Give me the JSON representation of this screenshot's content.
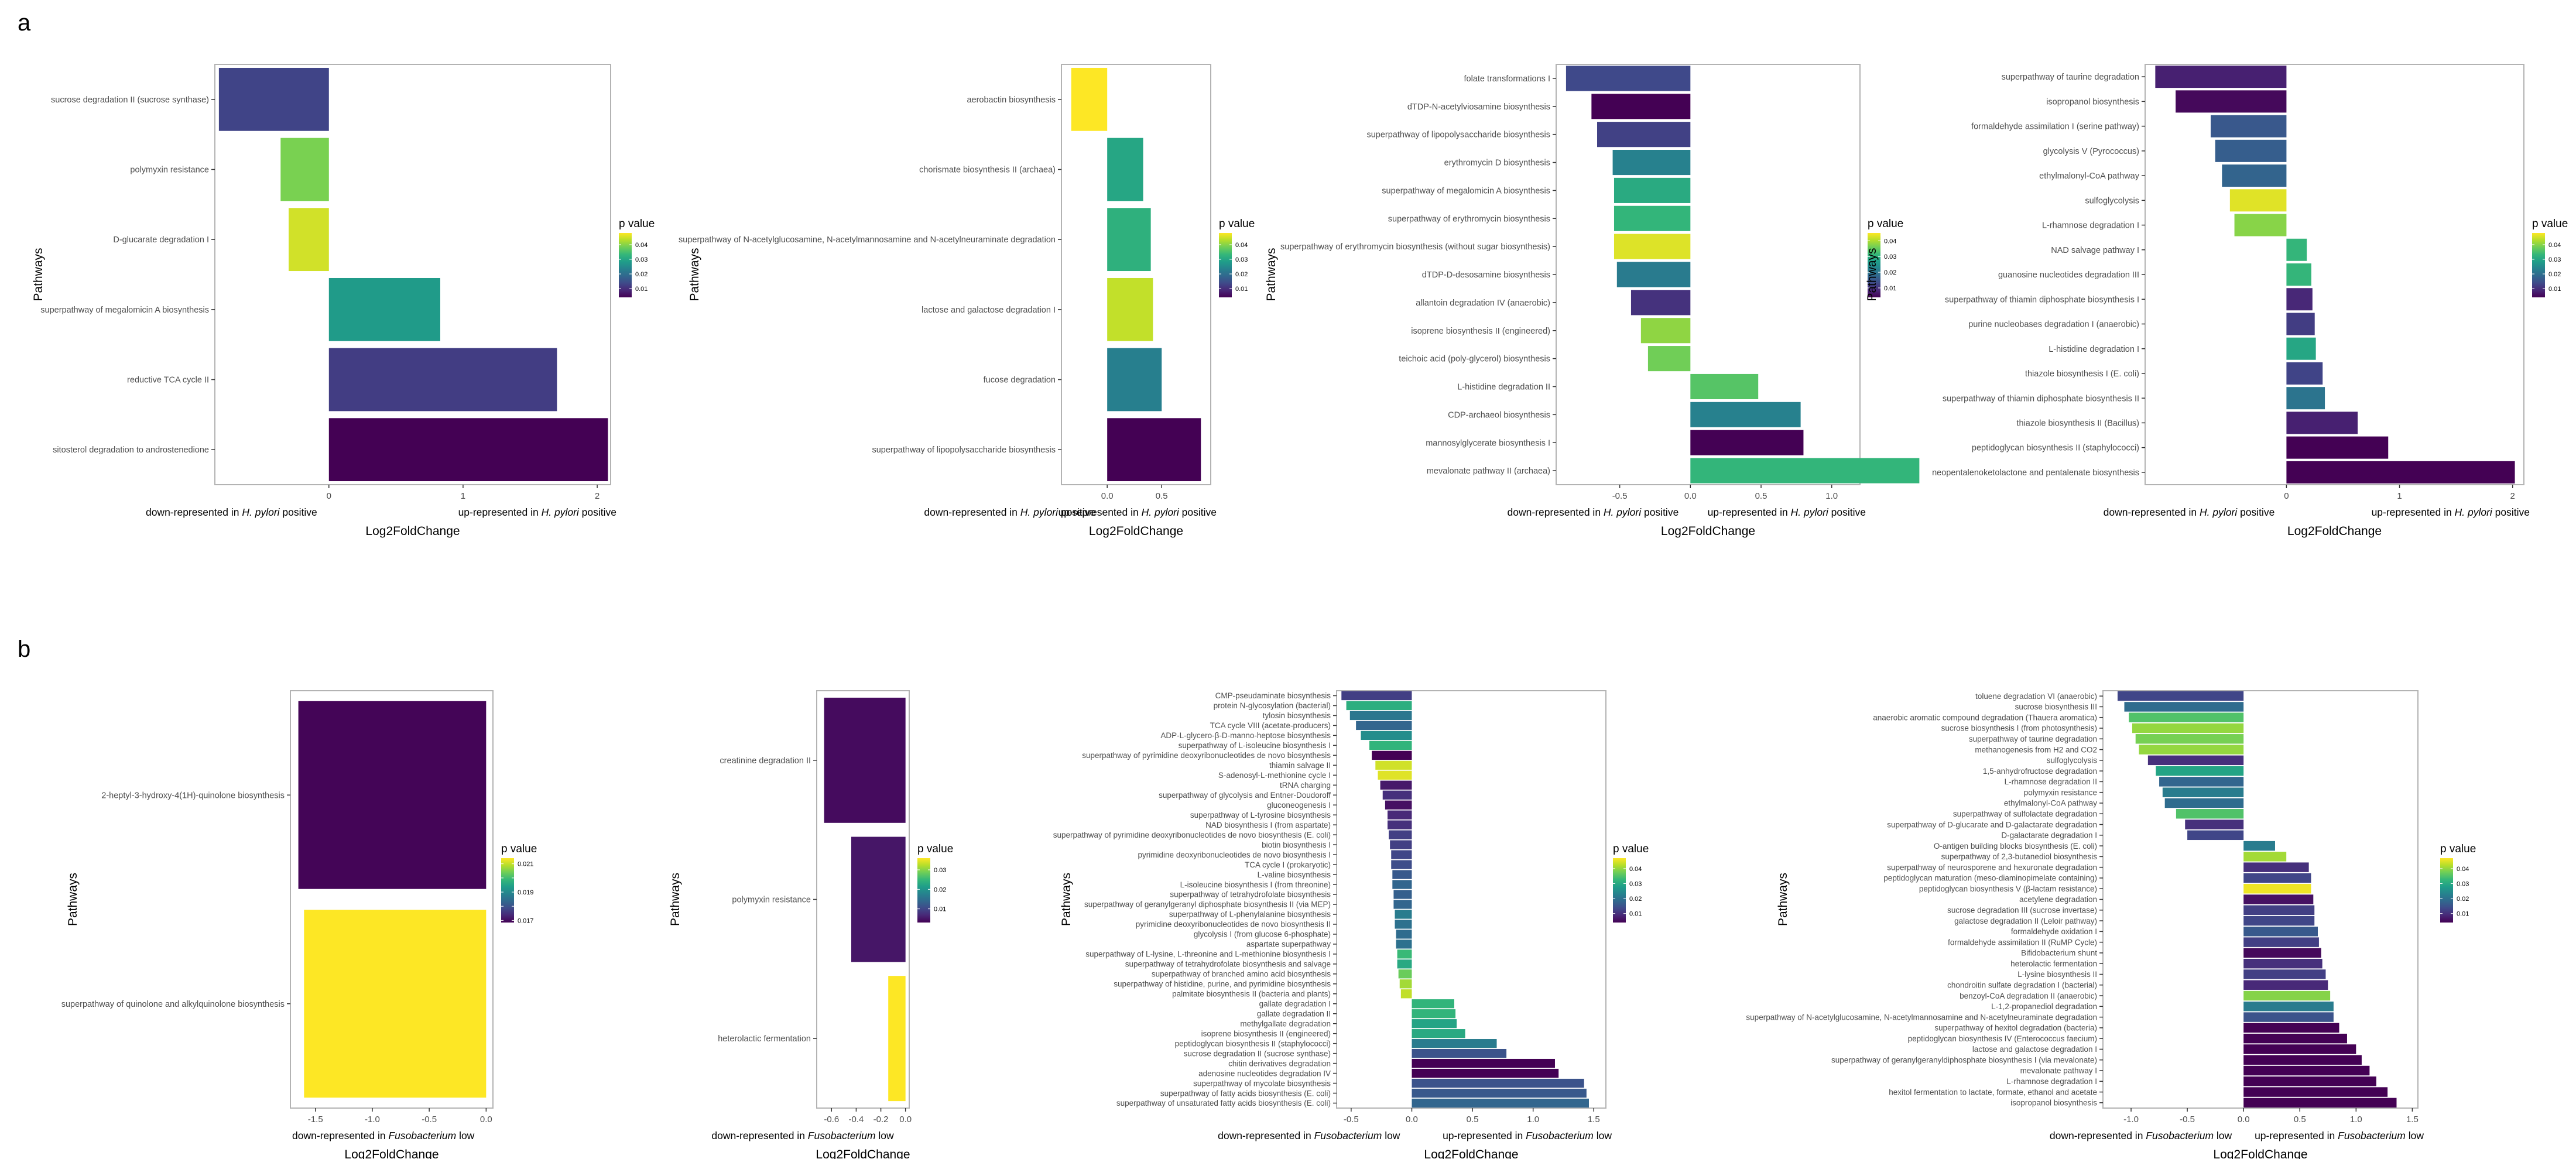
{
  "panel_labels": [
    "a",
    "b"
  ],
  "palette": {
    "viridis": [
      "#440154",
      "#482777",
      "#3f4a8a",
      "#31688e",
      "#26828e",
      "#1f9e89",
      "#35b779",
      "#6ece58",
      "#b5de2b",
      "#fde725"
    ],
    "panel_border": "#b3b3b3"
  },
  "common": {
    "ylabel": "Pathways",
    "xlabel": "Log2FoldChange",
    "legend_title": "p value"
  },
  "chart_data": [
    {
      "type": "bar",
      "row": "a",
      "orientation": "horizontal",
      "ylabel": "Pathways",
      "xlabel": "Log2FoldChange",
      "down_label": "down-represented in H. pylori positive",
      "down_text": "down-represented in ",
      "down_italic": "H. pylori",
      "down_suffix": " positive",
      "up_label": "up-represented in H. pylori positive",
      "up_text": "up-represented in ",
      "up_italic": "H. pylori",
      "up_suffix": " positive",
      "xlim": [
        -0.85,
        2.1
      ],
      "xticks": [
        0,
        1,
        2
      ],
      "xtick_labels": [
        "0",
        "1",
        "2"
      ],
      "categories": [
        "sucrose degradation II (sucrose synthase)",
        "polymyxin resistance",
        "D-glucarate degradation I",
        "superpathway of megalomicin A biosynthesis",
        "reductive TCA cycle II",
        "sitosterol degradation to androstenedione"
      ],
      "values": [
        -0.82,
        -0.36,
        -0.3,
        0.83,
        1.7,
        2.08
      ],
      "pvalues": [
        0.013,
        0.039,
        0.045,
        0.028,
        0.012,
        0.004
      ],
      "legend": {
        "range": [
          0.004,
          0.048
        ],
        "ticks": [
          0.01,
          0.02,
          0.03,
          0.04
        ],
        "tick_labels": [
          "0.01",
          "0.02",
          "0.03",
          "0.04"
        ],
        "title": "p value"
      }
    },
    {
      "type": "bar",
      "row": "a",
      "orientation": "horizontal",
      "ylabel": "Pathways",
      "xlabel": "Log2FoldChange",
      "down_label": "down-represented in H. pylori positive",
      "down_text": "down-represented in ",
      "down_italic": "H. pylori",
      "down_suffix": " positive",
      "up_label": "up-represented in H. pylori positive",
      "up_text": "up-represented in ",
      "up_italic": "H. pylori",
      "up_suffix": " positive",
      "xlim": [
        -0.42,
        0.95
      ],
      "xticks": [
        0,
        0.5
      ],
      "xtick_labels": [
        "0.0",
        "0.5"
      ],
      "categories": [
        "aerobactin biosynthesis",
        "chorismate biosynthesis II (archaea)",
        "superpathway of N-acetylglucosamine, N-acetylmannosamine and N-acetylneuraminate degradation",
        "lactose and galactose degradation I",
        "fucose degradation",
        "superpathway of lipopolysaccharide biosynthesis"
      ],
      "values": [
        -0.33,
        0.33,
        0.4,
        0.42,
        0.5,
        0.86
      ],
      "pvalues": [
        0.048,
        0.03,
        0.032,
        0.044,
        0.023,
        0.004
      ],
      "legend": {
        "range": [
          0.004,
          0.048
        ],
        "ticks": [
          0.01,
          0.02,
          0.03,
          0.04
        ],
        "tick_labels": [
          "0.01",
          "0.02",
          "0.03",
          "0.04"
        ],
        "title": "p value"
      }
    },
    {
      "type": "bar",
      "row": "a",
      "orientation": "horizontal",
      "ylabel": "Pathways",
      "xlabel": "Log2FoldChange",
      "down_label": "down-represented in H. pylori positive",
      "down_text": "down-represented in ",
      "down_italic": "H. pylori",
      "down_suffix": " positive",
      "up_label": "up-represented in H. pylori positive",
      "up_text": "up-represented in ",
      "up_italic": "H. pylori",
      "up_suffix": " positive",
      "xlim": [
        -0.95,
        1.2
      ],
      "xticks": [
        -0.5,
        0,
        0.5,
        1
      ],
      "xtick_labels": [
        "-0.5",
        "0.0",
        "0.5",
        "1.0"
      ],
      "categories": [
        "folate transformations I",
        "dTDP-N-acetylviosamine biosynthesis",
        "superpathway of lipopolysaccharide biosynthesis",
        "erythromycin D biosynthesis",
        "superpathway of megalomicin A biosynthesis",
        "superpathway of erythromycin biosynthesis",
        "superpathway of erythromycin biosynthesis (without sugar biosynthesis)",
        "dTDP-D-desosamine biosynthesis",
        "allantoin degradation IV (anaerobic)",
        "isoprene biosynthesis II (engineered)",
        "teichoic acid (poly-glycerol) biosynthesis",
        "L-histidine degradation II",
        "CDP-archaeol biosynthesis",
        "mannosylglycerate biosynthesis I",
        "mevalonate pathway II (archaea)"
      ],
      "values": [
        -0.88,
        -0.7,
        -0.66,
        -0.55,
        -0.54,
        -0.54,
        -0.54,
        -0.52,
        -0.42,
        -0.35,
        -0.3,
        0.48,
        0.78,
        0.8,
        1.62
      ],
      "pvalues": [
        0.013,
        0.004,
        0.012,
        0.022,
        0.029,
        0.031,
        0.043,
        0.021,
        0.01,
        0.038,
        0.036,
        0.034,
        0.022,
        0.004,
        0.031
      ],
      "legend": {
        "range": [
          0.004,
          0.045
        ],
        "ticks": [
          0.01,
          0.02,
          0.03,
          0.04
        ],
        "tick_labels": [
          "0.01",
          "0.02",
          "0.03",
          "0.04"
        ],
        "title": "p value"
      }
    },
    {
      "type": "bar",
      "row": "a",
      "orientation": "horizontal",
      "ylabel": "Pathways",
      "xlabel": "Log2FoldChange",
      "down_label": "down-represented in H. pylori positive",
      "down_text": "down-represented in ",
      "down_italic": "H. pylori",
      "down_suffix": " positive",
      "up_label": "up-represented in H. pylori positive",
      "up_text": "up-represented in ",
      "up_italic": "H. pylori",
      "up_suffix": " positive",
      "xlim": [
        -1.25,
        2.1
      ],
      "xticks": [
        0,
        1,
        2
      ],
      "xtick_labels": [
        "0",
        "1",
        "2"
      ],
      "categories": [
        "superpathway of taurine degradation",
        "isopropanol biosynthesis",
        "formaldehyde assimilation I (serine pathway)",
        "glycolysis V (Pyrococcus)",
        "ethylmalonyl-CoA pathway",
        "sulfoglycolysis",
        "L-rhamnose degradation I",
        "NAD salvage pathway I",
        "guanosine nucleotides degradation III",
        "superpathway of thiamin diphosphate biosynthesis I",
        "purine nucleobases degradation I (anaerobic)",
        "L-histidine degradation I",
        "thiazole biosynthesis I (E. coli)",
        "superpathway of thiamin diphosphate biosynthesis II",
        "thiazole biosynthesis II (Bacillus)",
        "peptidoglycan biosynthesis II (staphylococci)",
        "neopentalenoketolactone and pentalenate biosynthesis"
      ],
      "values": [
        -1.16,
        -0.98,
        -0.67,
        -0.63,
        -0.57,
        -0.5,
        -0.46,
        0.18,
        0.22,
        0.23,
        0.25,
        0.26,
        0.32,
        0.34,
        0.63,
        0.9,
        2.02
      ],
      "pvalues": [
        0.008,
        0.005,
        0.016,
        0.017,
        0.018,
        0.046,
        0.04,
        0.033,
        0.033,
        0.009,
        0.012,
        0.03,
        0.013,
        0.021,
        0.008,
        0.004,
        0.004
      ],
      "legend": {
        "range": [
          0.004,
          0.048
        ],
        "ticks": [
          0.01,
          0.02,
          0.03,
          0.04
        ],
        "tick_labels": [
          "0.01",
          "0.02",
          "0.03",
          "0.04"
        ],
        "title": "p value"
      }
    },
    {
      "type": "bar",
      "row": "b",
      "orientation": "horizontal",
      "ylabel": "Pathways",
      "xlabel": "Log2FoldChange",
      "down_label": "down-represented in Fusobacterium low",
      "down_text": "down-represented in ",
      "down_italic": "Fusobacterium",
      "down_suffix": " low",
      "up_label": "",
      "up_text": "",
      "up_italic": "",
      "up_suffix": "",
      "xlim": [
        -1.72,
        0.06
      ],
      "xticks": [
        -1.5,
        -1.0,
        -0.5,
        0
      ],
      "xtick_labels": [
        "-1.5",
        "-1.0",
        "-0.5",
        "0.0"
      ],
      "categories": [
        "2-heptyl-3-hydroxy-4(1H)-quinolone biosynthesis",
        "superpathway of quinolone and alkylquinolone biosynthesis"
      ],
      "values": [
        -1.65,
        -1.6
      ],
      "pvalues": [
        0.0169,
        0.0214
      ],
      "legend": {
        "range": [
          0.01685,
          0.0214
        ],
        "ticks": [
          0.017,
          0.018,
          0.019,
          0.02,
          0.021
        ],
        "tick_labels": [
          "0.017",
          "",
          "0.019",
          "",
          "0.021"
        ],
        "title": "p value"
      }
    },
    {
      "type": "bar",
      "row": "b",
      "orientation": "horizontal",
      "ylabel": "Pathways",
      "xlabel": "Log2FoldChange",
      "down_label": "down-represented in Fusobacterium low",
      "down_text": "down-represented in ",
      "down_italic": "Fusobacterium",
      "down_suffix": " low",
      "up_label": "",
      "up_text": "",
      "up_italic": "",
      "up_suffix": "",
      "xlim": [
        -0.72,
        0.03
      ],
      "xticks": [
        -0.6,
        -0.4,
        -0.2,
        0
      ],
      "xtick_labels": [
        "-0.6",
        "-0.4",
        "-0.2",
        "0.0"
      ],
      "categories": [
        "creatinine degradation II",
        "polymyxin resistance",
        "heterolactic fermentation"
      ],
      "values": [
        -0.66,
        -0.44,
        -0.14
      ],
      "pvalues": [
        0.004,
        0.005,
        0.036
      ],
      "legend": {
        "range": [
          0.003,
          0.036
        ],
        "ticks": [
          0.01,
          0.02,
          0.03
        ],
        "tick_labels": [
          "0.01",
          "0.02",
          "0.03"
        ],
        "title": "p value"
      }
    },
    {
      "type": "bar",
      "row": "b",
      "orientation": "horizontal",
      "ylabel": "Pathways",
      "xlabel": "Log2FoldChange",
      "down_label": "down-represented in Fusobacterium low",
      "down_text": "down-represented in ",
      "down_italic": "Fusobacterium",
      "down_suffix": " low",
      "up_label": "up-represented in Fusobacterium low",
      "up_text": "up-represented in ",
      "up_italic": "Fusobacterium",
      "up_suffix": " low",
      "xlim": [
        -0.62,
        1.6
      ],
      "xticks": [
        -0.5,
        0,
        0.5,
        1.0,
        1.5
      ],
      "xtick_labels": [
        "-0.5",
        "0.0",
        "0.5",
        "1.0",
        "1.5"
      ],
      "categories": [
        "CMP-pseudaminate biosynthesis",
        "protein N-glycosylation (bacterial)",
        "tylosin biosynthesis",
        "TCA cycle VIII (acetate-producers)",
        "ADP-L-glycero-&beta;-D-manno-heptose biosynthesis",
        "superpathway of L-isoleucine biosynthesis I",
        "superpathway of pyrimidine deoxyribonucleotides de novo biosynthesis",
        "thiamin salvage II",
        "S-adenosyl-L-methionine cycle I",
        "tRNA charging",
        "superpathway of glycolysis and Entner-Doudoroff",
        "gluconeogenesis I",
        "superpathway of L-tyrosine biosynthesis",
        "NAD biosynthesis I (from aspartate)",
        "superpathway of pyrimidine deoxyribonucleotides de novo biosynthesis (E. coli)",
        "biotin biosynthesis I",
        "pyrimidine deoxyribonucleotides de novo biosynthesis I",
        "TCA cycle I (prokaryotic)",
        "L-valine biosynthesis",
        "L-isoleucine biosynthesis I (from threonine)",
        "superpathway of tetrahydrofolate biosynthesis",
        "superpathway of geranylgeranyl diphosphate biosynthesis II (via MEP)",
        "superpathway of L-phenylalanine biosynthesis",
        "pyrimidine deoxyribonucleotides de novo biosynthesis II",
        "glycolysis I (from glucose 6-phosphate)",
        "aspartate superpathway",
        "superpathway of L-lysine, L-threonine and L-methionine biosynthesis I",
        "superpathway of tetrahydrofolate biosynthesis and salvage",
        "superpathway of branched amino acid biosynthesis",
        "superpathway of histidine, purine, and pyrimidine biosynthesis",
        "palmitate biosynthesis II (bacteria and plants)",
        "gallate degradation I",
        "gallate degradation II",
        "methylgallate degradation",
        "isoprene biosynthesis II (engineered)",
        "peptidoglycan biosynthesis II (staphylococci)",
        "sucrose degradation II (sucrose synthase)",
        "chitin derivatives degradation",
        "adenosine nucleotides degradation IV",
        "superpathway of mycolate biosynthesis",
        "superpathway of fatty acids biosynthesis (E. coli)",
        "superpathway of unsaturated fatty acids biosynthesis (E. coli)"
      ],
      "values": [
        -0.58,
        -0.54,
        -0.51,
        -0.46,
        -0.42,
        -0.35,
        -0.33,
        -0.3,
        -0.28,
        -0.26,
        -0.24,
        -0.22,
        -0.2,
        -0.2,
        -0.19,
        -0.18,
        -0.17,
        -0.17,
        -0.16,
        -0.16,
        -0.15,
        -0.15,
        -0.14,
        -0.14,
        -0.13,
        -0.13,
        -0.12,
        -0.12,
        -0.11,
        -0.1,
        -0.09,
        0.35,
        0.36,
        0.37,
        0.44,
        0.7,
        0.78,
        1.18,
        1.21,
        1.42,
        1.44,
        1.46
      ],
      "pvalues": [
        0.012,
        0.031,
        0.021,
        0.018,
        0.025,
        0.032,
        0.004,
        0.044,
        0.045,
        0.007,
        0.01,
        0.006,
        0.009,
        0.01,
        0.012,
        0.012,
        0.013,
        0.014,
        0.016,
        0.018,
        0.017,
        0.018,
        0.022,
        0.02,
        0.019,
        0.02,
        0.033,
        0.03,
        0.037,
        0.041,
        0.043,
        0.032,
        0.032,
        0.029,
        0.03,
        0.022,
        0.015,
        0.004,
        0.004,
        0.015,
        0.016,
        0.018
      ],
      "legend": {
        "range": [
          0.004,
          0.047
        ],
        "ticks": [
          0.01,
          0.02,
          0.03,
          0.04
        ],
        "tick_labels": [
          "0.01",
          "0.02",
          "0.03",
          "0.04"
        ],
        "title": "p value"
      }
    },
    {
      "type": "bar",
      "row": "b",
      "orientation": "horizontal",
      "ylabel": "Pathways",
      "xlabel": "Log2FoldChange",
      "down_label": "down-represented in Fusobacterium low",
      "down_text": "down-represented in ",
      "down_italic": "Fusobacterium",
      "down_suffix": " low",
      "up_label": "up-represented in Fusobacterium low",
      "up_text": "up-represented in ",
      "up_italic": "Fusobacterium",
      "up_suffix": " low",
      "xlim": [
        -1.25,
        1.55
      ],
      "xticks": [
        -1.0,
        -0.5,
        0,
        0.5,
        1.0,
        1.5
      ],
      "xtick_labels": [
        "-1.0",
        "-0.5",
        "0.0",
        "0.5",
        "1.0",
        "1.5"
      ],
      "categories": [
        "toluene degradation VI (anaerobic)",
        "sucrose biosynthesis III",
        "anaerobic aromatic compound degradation (Thauera aromatica)",
        "sucrose biosynthesis I (from photosynthesis)",
        "superpathway of taurine degradation",
        "methanogenesis from H2 and CO2",
        "sulfoglycolysis",
        "1,5-anhydrofructose degradation",
        "L-rhamnose degradation II",
        "polymyxin resistance",
        "ethylmalonyl-CoA pathway",
        "superpathway of sulfolactate degradation",
        "superpathway of D-glucarate and D-galactarate degradation",
        "D-galactarate degradation I",
        "O-antigen building blocks biosynthesis (E. coli)",
        "superpathway of 2,3-butanediol biosynthesis",
        "superpathway of neurosporene and hexuronate degradation",
        "peptidoglycan maturation (meso-diaminopimelate containing)",
        "peptidoglycan biosynthesis V (&beta;-lactam resistance)",
        "acetylene degradation",
        "sucrose degradation III (sucrose invertase)",
        "galactose degradation II (Leloir pathway)",
        "formaldehyde oxidation I",
        "formaldehyde assimilation II (RuMP Cycle)",
        "Bifidobacterium shunt",
        "heterolactic fermentation",
        "L-lysine biosynthesis II",
        "chondroitin sulfate degradation I (bacterial)",
        "benzoyl-CoA degradation II (anaerobic)",
        "L-1,2-propanediol degradation",
        "superpathway of N-acetylglucosamine, N-acetylmannosamine and N-acetylneuraminate degradation",
        "superpathway of hexitol degradation (bacteria)",
        "peptidoglycan biosynthesis IV (Enterococcus faecium)",
        "lactose and galactose degradation I",
        "superpathway of geranylgeranyldiphosphate biosynthesis I (via mevalonate)",
        "mevalonate pathway I",
        "L-rhamnose degradation I",
        "hexitol fermentation to lactate, formate, ethanol and acetate",
        "isopropanol biosynthesis"
      ],
      "values": [
        -1.12,
        -1.06,
        -1.02,
        -0.99,
        -0.96,
        -0.93,
        -0.85,
        -0.78,
        -0.75,
        -0.72,
        -0.7,
        -0.6,
        -0.52,
        -0.5,
        0.28,
        0.38,
        0.58,
        0.6,
        0.6,
        0.62,
        0.63,
        0.63,
        0.66,
        0.67,
        0.69,
        0.7,
        0.73,
        0.75,
        0.77,
        0.8,
        0.8,
        0.85,
        0.92,
        1.0,
        1.05,
        1.12,
        1.18,
        1.28,
        1.36
      ],
      "pvalues": [
        0.013,
        0.019,
        0.035,
        0.04,
        0.038,
        0.04,
        0.01,
        0.029,
        0.018,
        0.022,
        0.019,
        0.035,
        0.01,
        0.013,
        0.022,
        0.041,
        0.01,
        0.013,
        0.046,
        0.006,
        0.012,
        0.013,
        0.016,
        0.012,
        0.005,
        0.01,
        0.012,
        0.009,
        0.039,
        0.022,
        0.015,
        0.004,
        0.004,
        0.004,
        0.004,
        0.004,
        0.004,
        0.004,
        0.004
      ],
      "legend": {
        "range": [
          0.004,
          0.047
        ],
        "ticks": [
          0.01,
          0.02,
          0.03,
          0.04
        ],
        "tick_labels": [
          "0.01",
          "0.02",
          "0.03",
          "0.04"
        ],
        "title": "p value"
      }
    }
  ]
}
